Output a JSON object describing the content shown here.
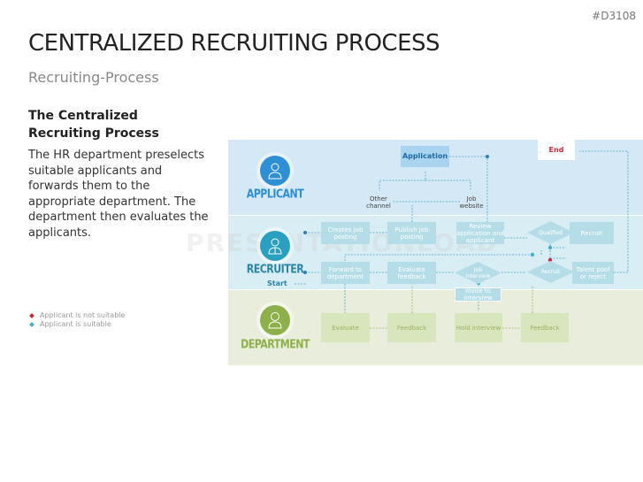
{
  "code": "#D3108",
  "title": "CENTRALIZED RECRUITING PROCESS",
  "subtitle": "Recruiting-Process",
  "heading": "The Centralized Recruiting Process",
  "body": "The HR department preselects suitable applicants and forwards them to the appropriate department. The department then evaluates the applicants.",
  "legend": [
    {
      "label": "Applicant is not suitable",
      "color": "#c0282d"
    },
    {
      "label": "Applicant is suitable",
      "color": "#3fb0c8"
    }
  ],
  "watermark": "PRESENTATIONLOAD",
  "diagram": {
    "roles": {
      "applicant": "APPLICANT",
      "recruiter": "RECRUITER",
      "department": "DEPARTMENT",
      "start": "Start"
    },
    "colors": {
      "applicant": "#2e8fd4",
      "recruiter": "#2a9fbf",
      "department": "#8db04a",
      "end": "#d0283a"
    },
    "applicant": {
      "application": "Application",
      "end": "End",
      "other_channel": "Other channel",
      "job_website": "Job website"
    },
    "recruiter": {
      "creates_job_posting": "Creates job posting",
      "publish_job_posting": "Publish job posting",
      "review": "Review application and applicant",
      "qualified": "Qualified",
      "recruit_box": "Recruit",
      "forward": "Forward to department",
      "evaluate_feedback": "Evaluate feedback",
      "job_interview": "Job interview",
      "recruit_diamond": "Recruit",
      "talent_pool": "Talent pool or reject",
      "invite": "Invite to interview"
    },
    "department": {
      "evaluate": "Evaluate",
      "feedback1": "Feedback",
      "hold_interview": "Hold interview",
      "feedback2": "Feedback"
    }
  }
}
